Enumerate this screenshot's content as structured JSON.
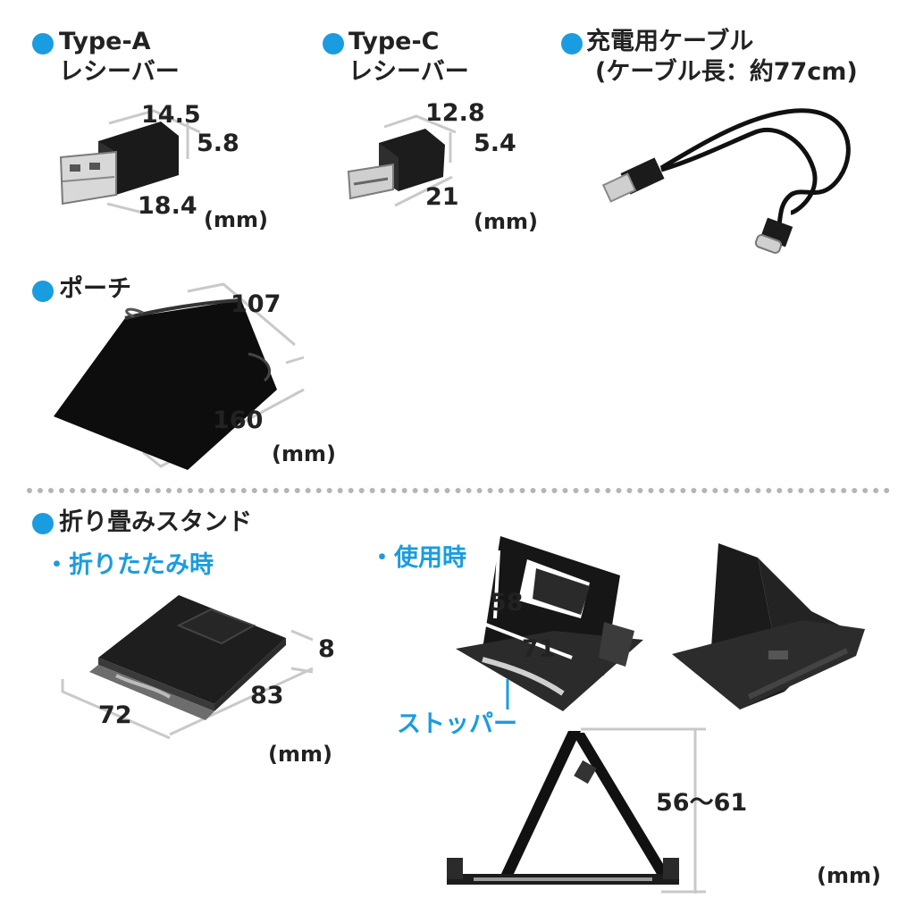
{
  "receiver_a": {
    "title_line1": "Type-A",
    "title_line2": "レシーバー",
    "dim_width": "14.5",
    "dim_height": "5.8",
    "dim_length": "18.4",
    "unit": "(mm)"
  },
  "receiver_c": {
    "title_line1": "Type-C",
    "title_line2": "レシーバー",
    "dim_width": "12.8",
    "dim_height": "5.4",
    "dim_length": "21",
    "unit": "(mm)"
  },
  "cable": {
    "title_line1": "充電用ケーブル",
    "title_line2": "(ケーブル長：約77cm)"
  },
  "pouch": {
    "title": "ポーチ",
    "dim_width": "107",
    "dim_length": "160",
    "unit": "(mm)"
  },
  "stand": {
    "title": "折り畳みスタンド",
    "folded_label": "・折りたたみ時",
    "folded_dim_height": "8",
    "folded_dim_width": "72",
    "folded_dim_depth": "83",
    "folded_unit": "(mm)",
    "in_use_label": "・使用時",
    "in_use_dim_height": "58",
    "in_use_dim_width": "71",
    "stopper_label": "ストッパー",
    "height_range": "56～61",
    "in_use_unit": "(mm)"
  },
  "colors": {
    "accent": "#1a9ce0",
    "divider": "#b5b5b5",
    "text": "#222222"
  }
}
